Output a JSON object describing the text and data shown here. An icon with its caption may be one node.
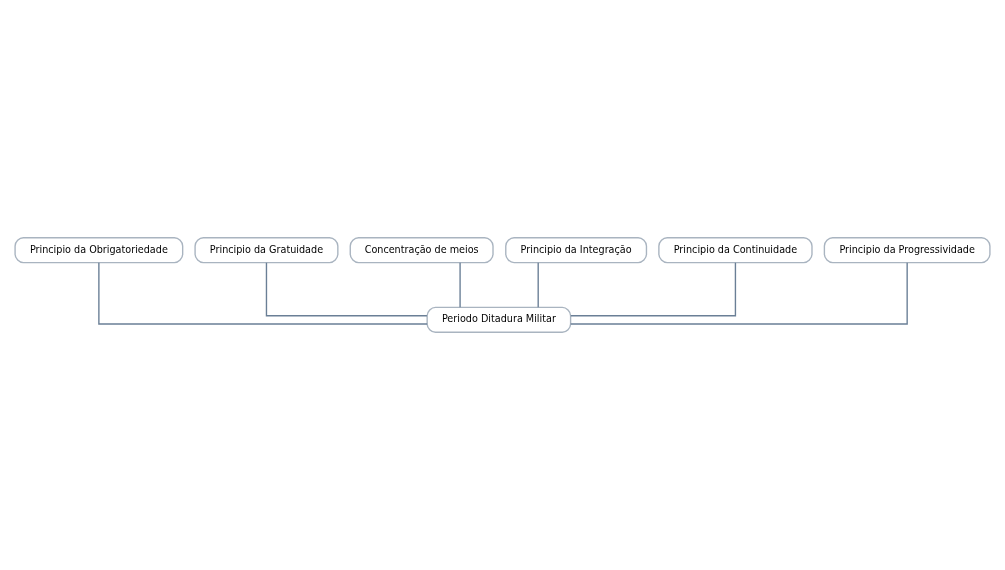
{
  "diagram": {
    "nodes": [
      {
        "text": [
          "Principio da Obrigatoriedade"
        ]
      },
      {
        "text": [
          "Principio da Gratuidade"
        ]
      },
      {
        "text": [
          "Concentração de meios"
        ]
      },
      {
        "text": [
          "Principio da Integração"
        ]
      },
      {
        "text": [
          "Principio da Continuidade"
        ]
      },
      {
        "text": [
          "Principio da Progressividade"
        ]
      },
      {
        "text": [
          "Periodo Ditadura Militar"
        ]
      }
    ],
    "edges": [
      {
        "from": 0,
        "to": 6,
        "arrow": "none"
      },
      {
        "from": 1,
        "to": 6,
        "arrow": "none"
      },
      {
        "from": 2,
        "to": 6,
        "arrow": "none"
      },
      {
        "from": 3,
        "to": 6,
        "arrow": "none"
      },
      {
        "from": 4,
        "to": 6,
        "arrow": "none"
      },
      {
        "from": 5,
        "to": 6,
        "arrow": "none"
      }
    ]
  }
}
